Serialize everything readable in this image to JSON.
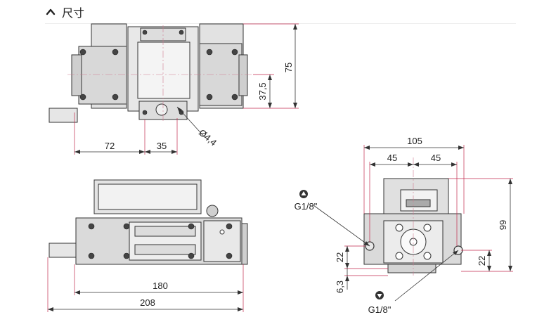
{
  "section": {
    "title": "尺寸",
    "expanded": true,
    "toggle_icon": "chevron-up-icon"
  },
  "dimensions": {
    "top_view": {
      "height_total": "75",
      "height_center": "37,5",
      "left_offset": "72",
      "mid_offset": "35",
      "hole_dia": "Ø4,4"
    },
    "front_view": {
      "inner_length": "180",
      "total_length": "208"
    },
    "side_view": {
      "width_total": "105",
      "half_left": "45",
      "half_right": "45",
      "height_total": "99",
      "port_height_left": "22",
      "port_height_right": "22",
      "base_offset": "6,3",
      "port_in_label": "G1/8\"",
      "port_out_label": "G1/8\""
    }
  },
  "colors": {
    "dim_line": "#333333",
    "extension_line": "#c0294b",
    "body_fill": "#dcdcdc",
    "text": "#222222"
  }
}
